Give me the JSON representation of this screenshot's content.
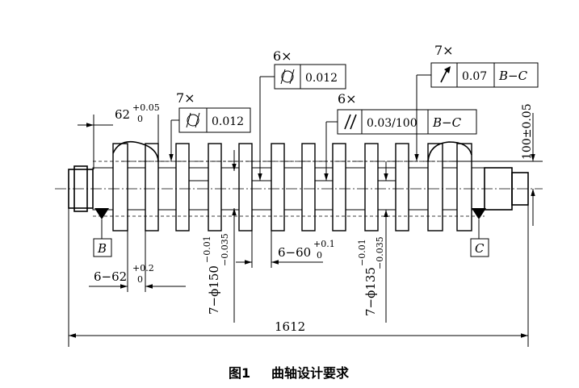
{
  "caption": {
    "fig": "图1",
    "title": "曲轴设计要求"
  },
  "dims": {
    "d62_top": {
      "main": "62",
      "up": "+0.05",
      "lo": "0"
    },
    "d62_bot": {
      "main": "6−62",
      "up": "+0.2",
      "lo": "0"
    },
    "d150": {
      "main": "7−ϕ150",
      "up": "−0.01",
      "lo": "−0.035"
    },
    "d60": {
      "main": "6−60",
      "up": "+0.1",
      "lo": "0"
    },
    "d135": {
      "main": "7−ϕ135",
      "up": "−0.01",
      "lo": "−0.035"
    },
    "d100": "100±0.05",
    "d1612": "1612"
  },
  "frames": {
    "left": {
      "mult": "7×",
      "value": "0.012"
    },
    "mid": {
      "mult": "6×",
      "value": "0.012"
    },
    "par": {
      "mult": "6×",
      "value": "0.03/100",
      "datum": "B−C"
    },
    "runout": {
      "mult": "7×",
      "value": "0.07",
      "datum": "B−C"
    }
  },
  "datums": {
    "b": "B",
    "c": "C"
  },
  "symbols": {
    "cyl": "cylindricity-icon",
    "par": "parallelism-icon",
    "run": "circular-runout-icon"
  }
}
